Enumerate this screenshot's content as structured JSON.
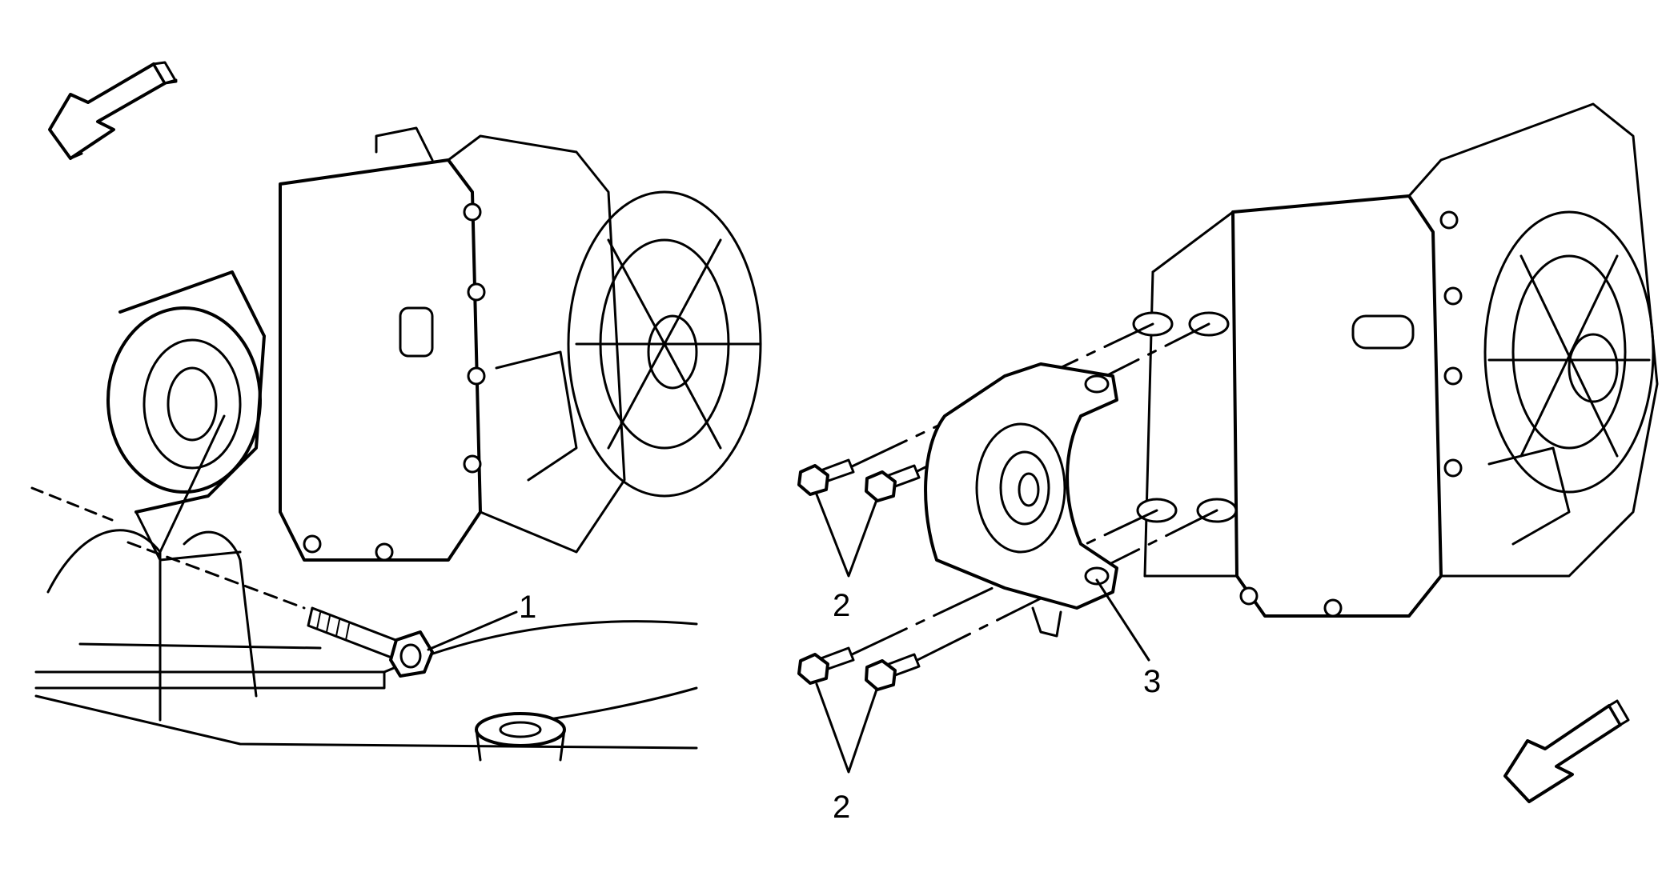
{
  "callouts": {
    "c1": "1",
    "c2a": "2",
    "c2b": "2",
    "c3": "3"
  },
  "icons": {
    "front_arrow_left": "forward-direction-arrow-icon",
    "front_arrow_right": "forward-direction-arrow-icon"
  },
  "colors": {
    "ink": "#000000",
    "paper": "#ffffff"
  }
}
